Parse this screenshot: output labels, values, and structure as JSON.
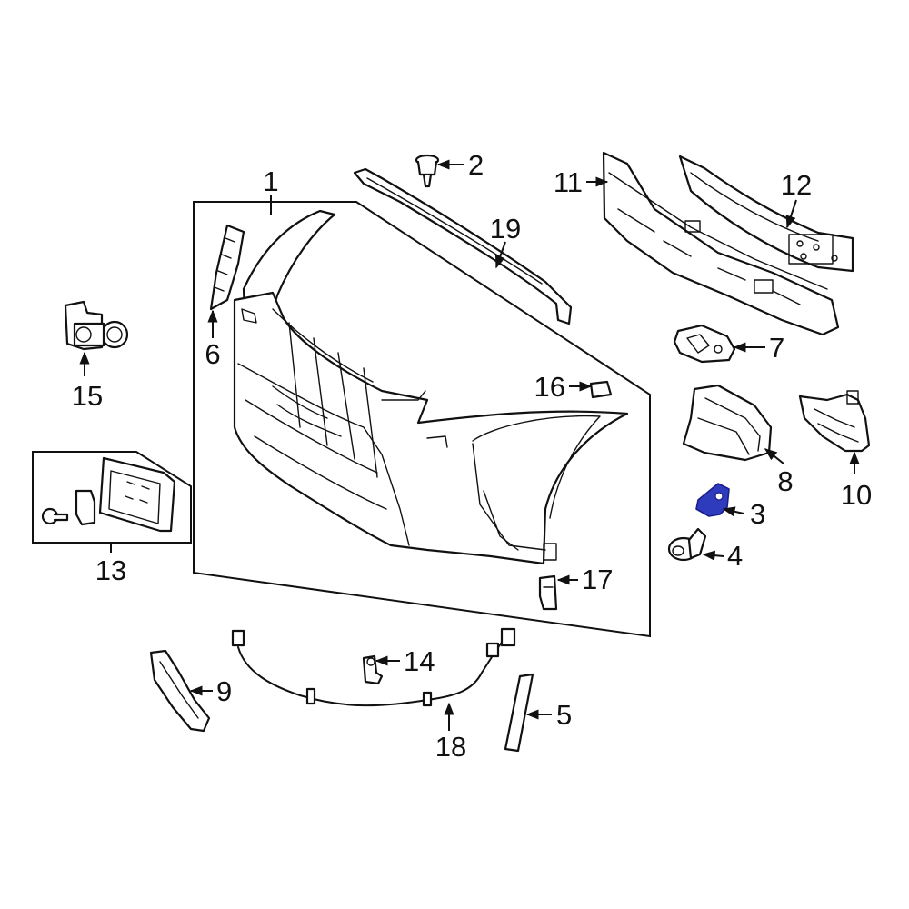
{
  "diagram": {
    "highlight_color": "#2f3bbd",
    "callouts": [
      {
        "id": "1",
        "label": "1"
      },
      {
        "id": "2",
        "label": "2"
      },
      {
        "id": "3",
        "label": "3",
        "highlighted": true
      },
      {
        "id": "4",
        "label": "4"
      },
      {
        "id": "5",
        "label": "5"
      },
      {
        "id": "6",
        "label": "6"
      },
      {
        "id": "7",
        "label": "7"
      },
      {
        "id": "8",
        "label": "8"
      },
      {
        "id": "9",
        "label": "9"
      },
      {
        "id": "10",
        "label": "10"
      },
      {
        "id": "11",
        "label": "11"
      },
      {
        "id": "12",
        "label": "12"
      },
      {
        "id": "13",
        "label": "13"
      },
      {
        "id": "14",
        "label": "14"
      },
      {
        "id": "15",
        "label": "15"
      },
      {
        "id": "16",
        "label": "16"
      },
      {
        "id": "17",
        "label": "17"
      },
      {
        "id": "18",
        "label": "18"
      },
      {
        "id": "19",
        "label": "19"
      }
    ]
  }
}
